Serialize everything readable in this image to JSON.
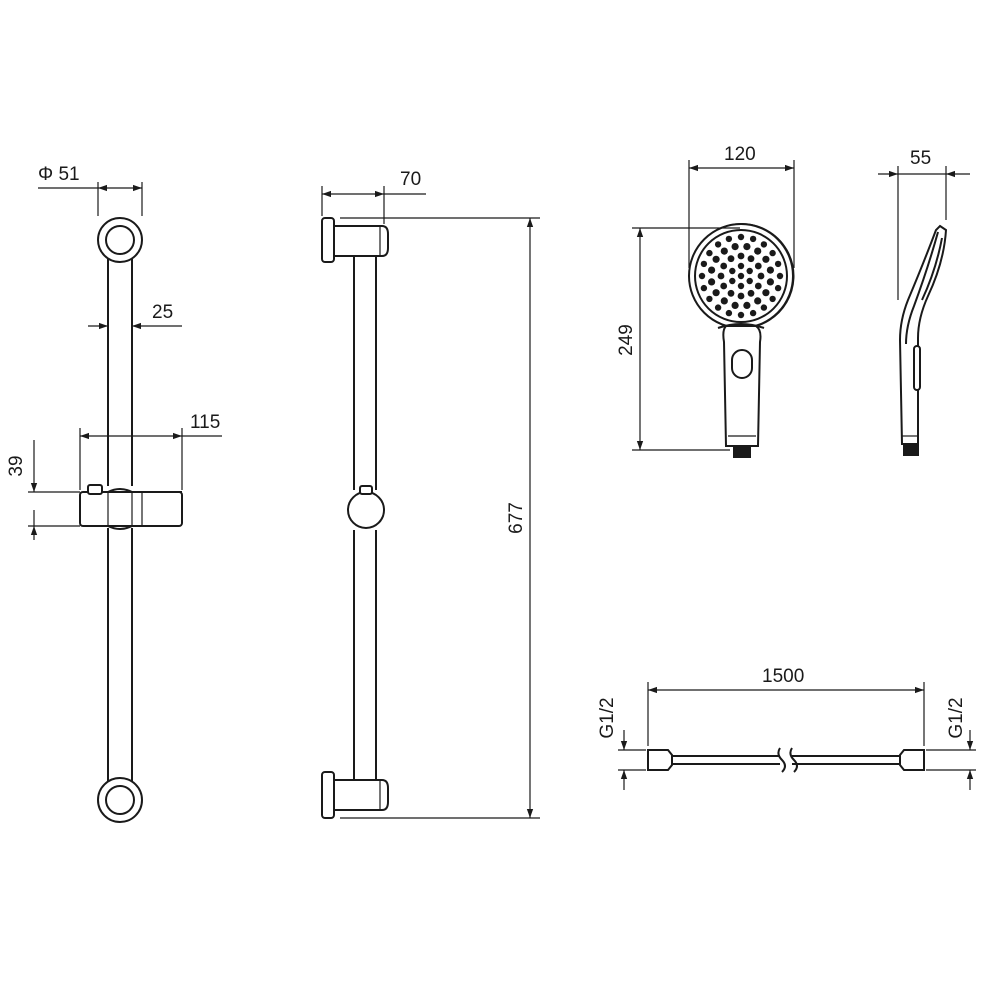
{
  "dimensions": {
    "ring_diameter": "Φ 51",
    "rail_width": "25",
    "slider_length": "115",
    "slider_height": "39",
    "wall_offset": "70",
    "rail_length": "677",
    "head_width": "120",
    "head_height": "249",
    "head_depth": "55",
    "hose_length": "1500",
    "thread_left": "G1/2",
    "thread_right": "G1/2"
  }
}
